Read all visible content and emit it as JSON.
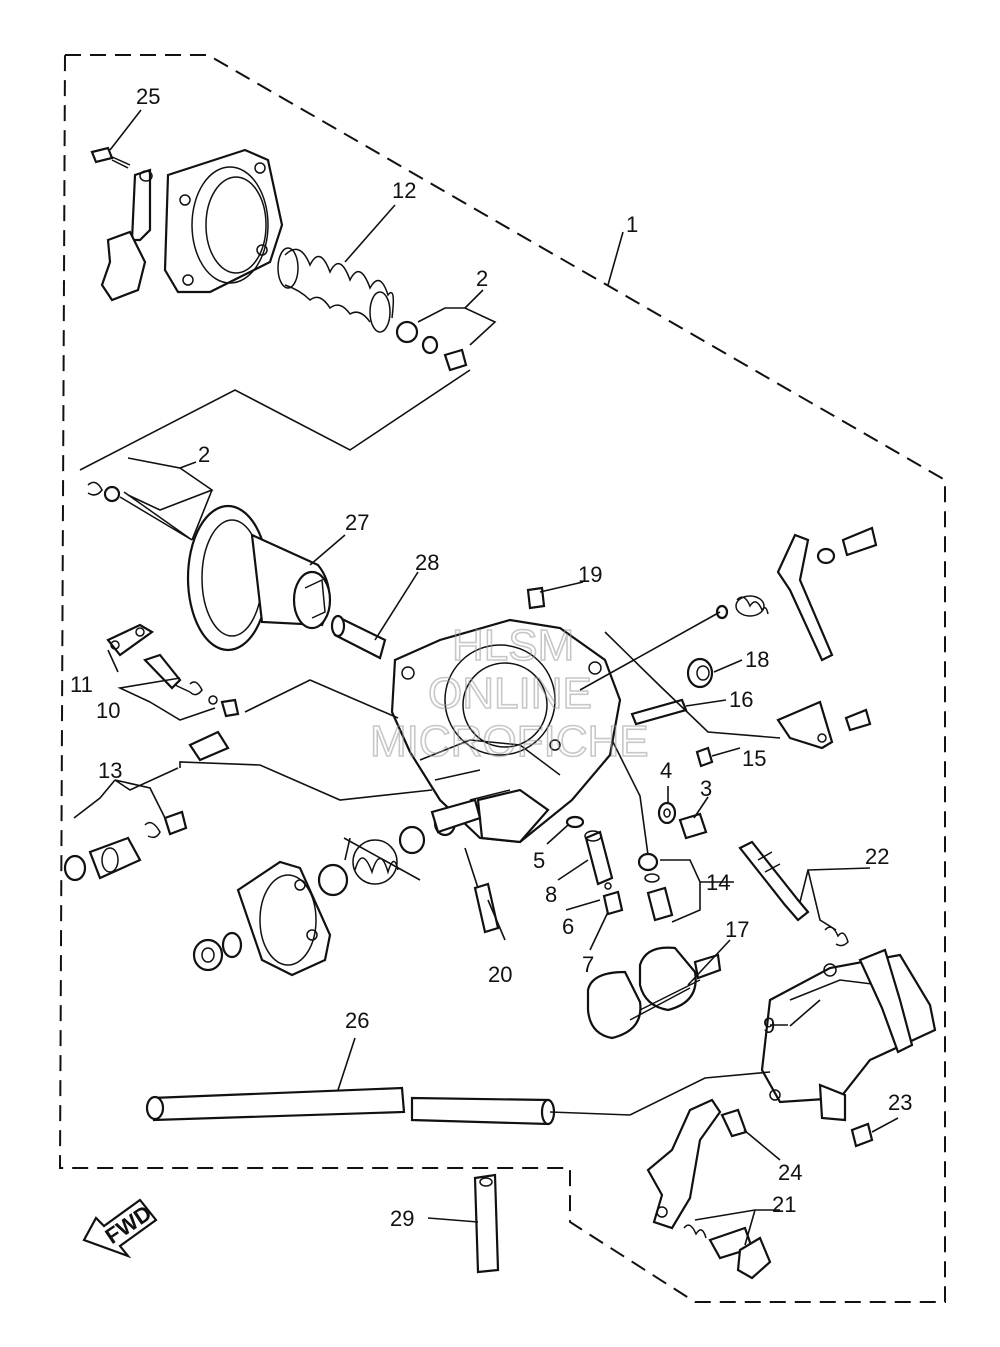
{
  "diagram": {
    "callouts": {
      "p1": "1",
      "p2a": "2",
      "p2b": "2",
      "p3": "3",
      "p4": "4",
      "p5": "5",
      "p6": "6",
      "p7": "7",
      "p8": "8",
      "p9": "9",
      "p10": "10",
      "p11": "11",
      "p12": "12",
      "p13": "13",
      "p14": "14",
      "p15": "15",
      "p16": "16",
      "p17": "17",
      "p18": "18",
      "p19": "19",
      "p20": "20",
      "p21": "21",
      "p22": "22",
      "p23": "23",
      "p24": "24",
      "p25": "25",
      "p26": "26",
      "p27": "27",
      "p28": "28",
      "p29": "29"
    },
    "direction_arrow": "FWD",
    "watermark": [
      "HLSM",
      "ONLINE",
      "MICROFICHE"
    ]
  }
}
